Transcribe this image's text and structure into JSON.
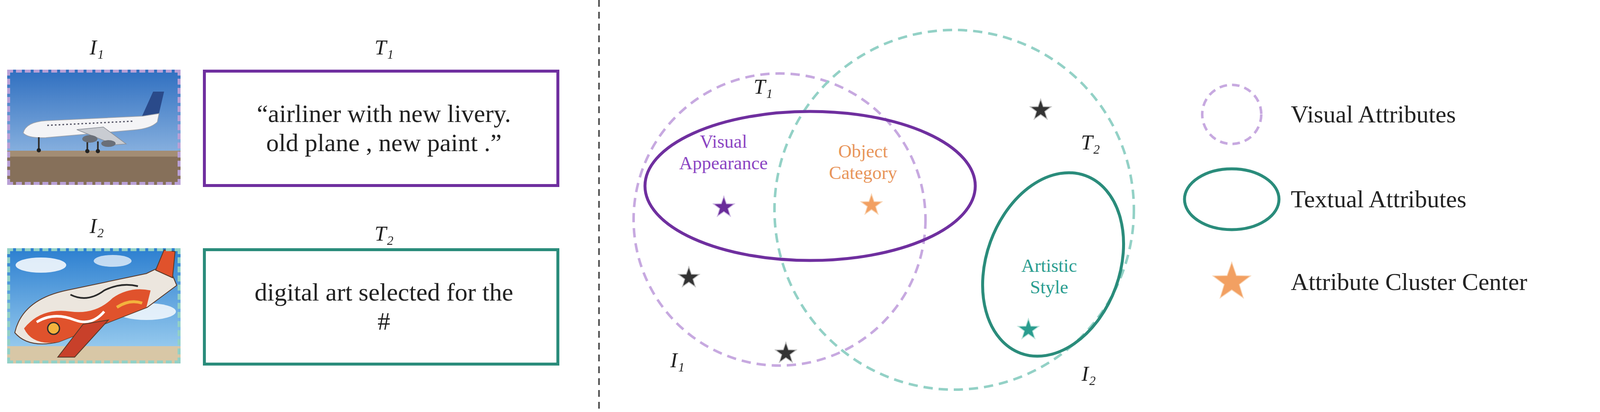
{
  "diagram": {
    "nodes": [
      {
        "text": [
          "I₁"
        ]
      },
      {
        "text": [
          "T₁",
          "“airliner with new livery. old plane , new paint .”"
        ]
      },
      {
        "text": [
          "I₂"
        ]
      },
      {
        "text": [
          "T₂",
          "digital art selected for the #"
        ]
      },
      {
        "text": [
          "I₁"
        ]
      },
      {
        "text": [
          "I₂"
        ]
      },
      {
        "text": [
          "T₁",
          "Visual Appearance",
          "Object Category"
        ]
      },
      {
        "text": [
          "T₂",
          "Artistic Style"
        ]
      }
    ],
    "legend": [
      {
        "text": "Visual Attributes"
      },
      {
        "text": "Textual Attributes"
      },
      {
        "text": "Attribute Cluster Center"
      }
    ]
  }
}
